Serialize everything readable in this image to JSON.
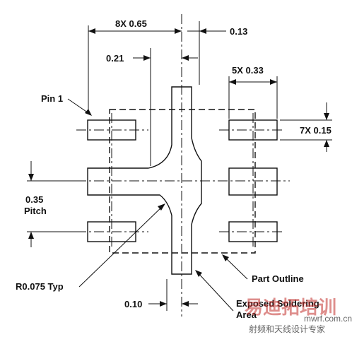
{
  "dimensions": {
    "pitch_8x": "8X 0.65",
    "gap_0_13": "0.13",
    "offset_0_21": "0.21",
    "pad_5x": "5X 0.33",
    "pad_7x": "7X 0.15",
    "pitch_value": "0.35",
    "pitch_word": "Pitch",
    "gap_0_10": "0.10"
  },
  "callouts": {
    "pin1": "Pin 1",
    "radius": "R0.075 Typ",
    "part_outline": "Part Outline",
    "exposed_line1": "Exposed Soldering",
    "exposed_line2": "Area"
  },
  "watermark": {
    "brand": "射频和天线设计专家",
    "site": "mwrf.com.cn",
    "logo": "易迪拓培训"
  }
}
